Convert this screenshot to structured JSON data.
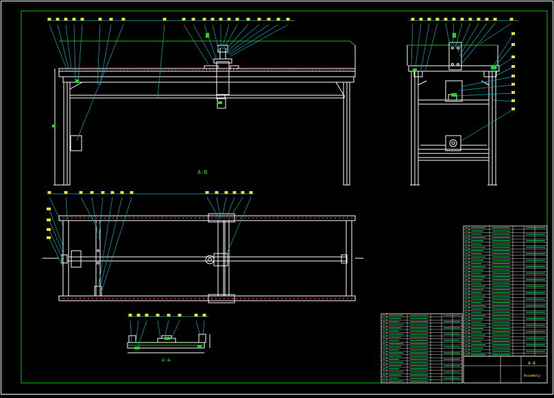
{
  "drawing": {
    "colors": {
      "background": "#000000",
      "outer_frame": "#ffffff",
      "inner_frame": "#00c800",
      "lines": "#ffffff",
      "leaders": "#00b4c8",
      "balloons": "#f0e030",
      "accent_green": "#18e018",
      "accent_red": "#e03020",
      "table_text": "#00c850"
    },
    "view_labels": {
      "front_mark": "A-B",
      "section_mark": "A-A"
    },
    "title_block": {
      "title": "A-B",
      "subtitle": "Assembly"
    }
  }
}
